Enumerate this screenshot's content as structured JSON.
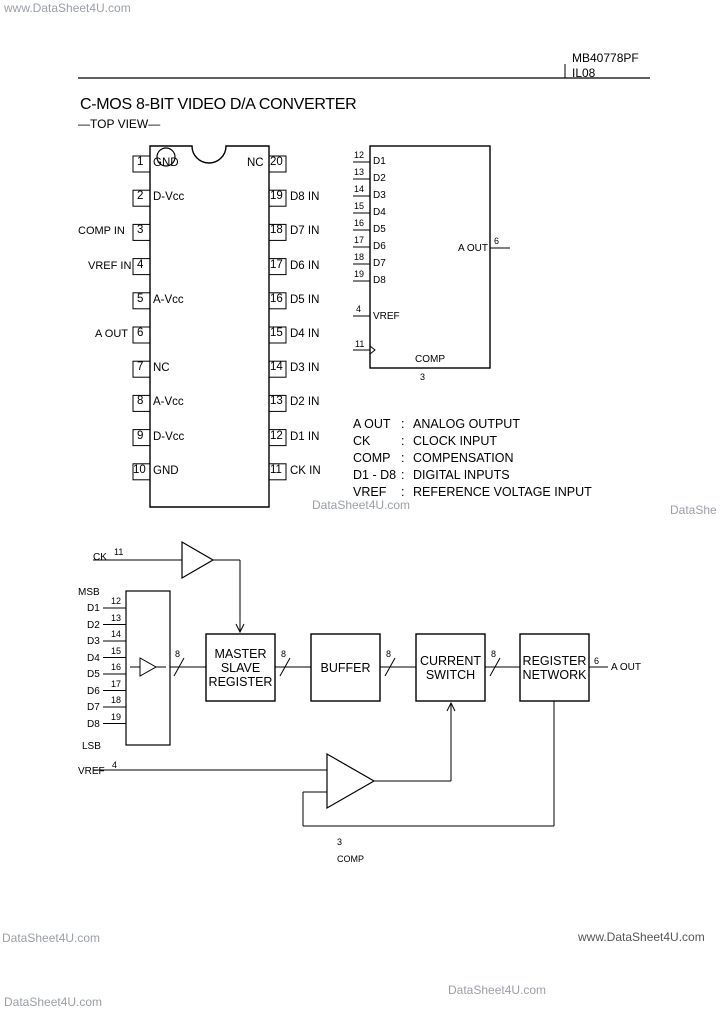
{
  "watermarks": [
    "www.DataSheet4U.com",
    "DataSheet4U.com",
    "DataShe",
    "DataSheet4U.com",
    "www.DataSheet4U.com",
    "DataSheet4U.com",
    "DataSheet4U.com"
  ],
  "header": {
    "part_number": "MB40778PF",
    "code": "IL08"
  },
  "title": "C-MOS 8-BIT VIDEO D/A CONVERTER",
  "view_label": "—TOP VIEW—",
  "pinout": {
    "left": [
      {
        "num": "1",
        "name": "GND",
        "ext": ""
      },
      {
        "num": "2",
        "name": "D-Vcc",
        "ext": ""
      },
      {
        "num": "3",
        "name": "",
        "ext": "COMP IN"
      },
      {
        "num": "4",
        "name": "",
        "ext": "VREF IN"
      },
      {
        "num": "5",
        "name": "A-Vcc",
        "ext": ""
      },
      {
        "num": "6",
        "name": "",
        "ext": "A OUT"
      },
      {
        "num": "7",
        "name": "NC",
        "ext": ""
      },
      {
        "num": "8",
        "name": "A-Vcc",
        "ext": ""
      },
      {
        "num": "9",
        "name": "D-Vcc",
        "ext": ""
      },
      {
        "num": "10",
        "name": "GND",
        "ext": ""
      }
    ],
    "right": [
      {
        "num": "20",
        "name": "NC",
        "ext": ""
      },
      {
        "num": "19",
        "name": "",
        "ext": "D8 IN"
      },
      {
        "num": "18",
        "name": "",
        "ext": "D7 IN"
      },
      {
        "num": "17",
        "name": "",
        "ext": "D6 IN"
      },
      {
        "num": "16",
        "name": "",
        "ext": "D5 IN"
      },
      {
        "num": "15",
        "name": "",
        "ext": "D4 IN"
      },
      {
        "num": "14",
        "name": "",
        "ext": "D3 IN"
      },
      {
        "num": "13",
        "name": "",
        "ext": "D2 IN"
      },
      {
        "num": "12",
        "name": "",
        "ext": "D1 IN"
      },
      {
        "num": "11",
        "name": "",
        "ext": "CK IN"
      }
    ]
  },
  "logic_symbol": {
    "inputs": [
      {
        "num": "12",
        "name": "D1"
      },
      {
        "num": "13",
        "name": "D2"
      },
      {
        "num": "14",
        "name": "D3"
      },
      {
        "num": "15",
        "name": "D4"
      },
      {
        "num": "16",
        "name": "D5"
      },
      {
        "num": "17",
        "name": "D6"
      },
      {
        "num": "18",
        "name": "D7"
      },
      {
        "num": "19",
        "name": "D8"
      }
    ],
    "vref_num": "4",
    "vref_name": "VREF",
    "ck_num": "11",
    "comp_label": "COMP",
    "comp_num": "3",
    "out_label": "A OUT",
    "out_num": "6"
  },
  "legend": [
    {
      "sym": "A OUT",
      "desc": "ANALOG OUTPUT"
    },
    {
      "sym": "CK",
      "desc": "CLOCK INPUT"
    },
    {
      "sym": "COMP",
      "desc": "COMPENSATION"
    },
    {
      "sym": "D1 - D8",
      "desc": "DIGITAL INPUTS"
    },
    {
      "sym": "VREF",
      "desc": "REFERENCE VOLTAGE INPUT"
    }
  ],
  "block_diagram": {
    "ck_label": "CK",
    "ck_num": "11",
    "msb": "MSB",
    "lsb": "LSB",
    "inputs": [
      {
        "name": "D1",
        "num": "12"
      },
      {
        "name": "D2",
        "num": "13"
      },
      {
        "name": "D3",
        "num": "14"
      },
      {
        "name": "D4",
        "num": "15"
      },
      {
        "name": "D5",
        "num": "16"
      },
      {
        "name": "D6",
        "num": "17"
      },
      {
        "name": "D7",
        "num": "18"
      },
      {
        "name": "D8",
        "num": "19"
      }
    ],
    "bus_width": "8",
    "blocks": {
      "msr": [
        "MASTER",
        "SLAVE",
        "REGISTER"
      ],
      "buffer": [
        "BUFFER"
      ],
      "switch": [
        "CURRENT",
        "SWITCH"
      ],
      "network": [
        "REGISTER",
        "NETWORK"
      ]
    },
    "aout_label": "A OUT",
    "aout_num": "6",
    "vref_label": "VREF",
    "vref_num": "4",
    "comp_label": "COMP",
    "comp_num": "3"
  }
}
